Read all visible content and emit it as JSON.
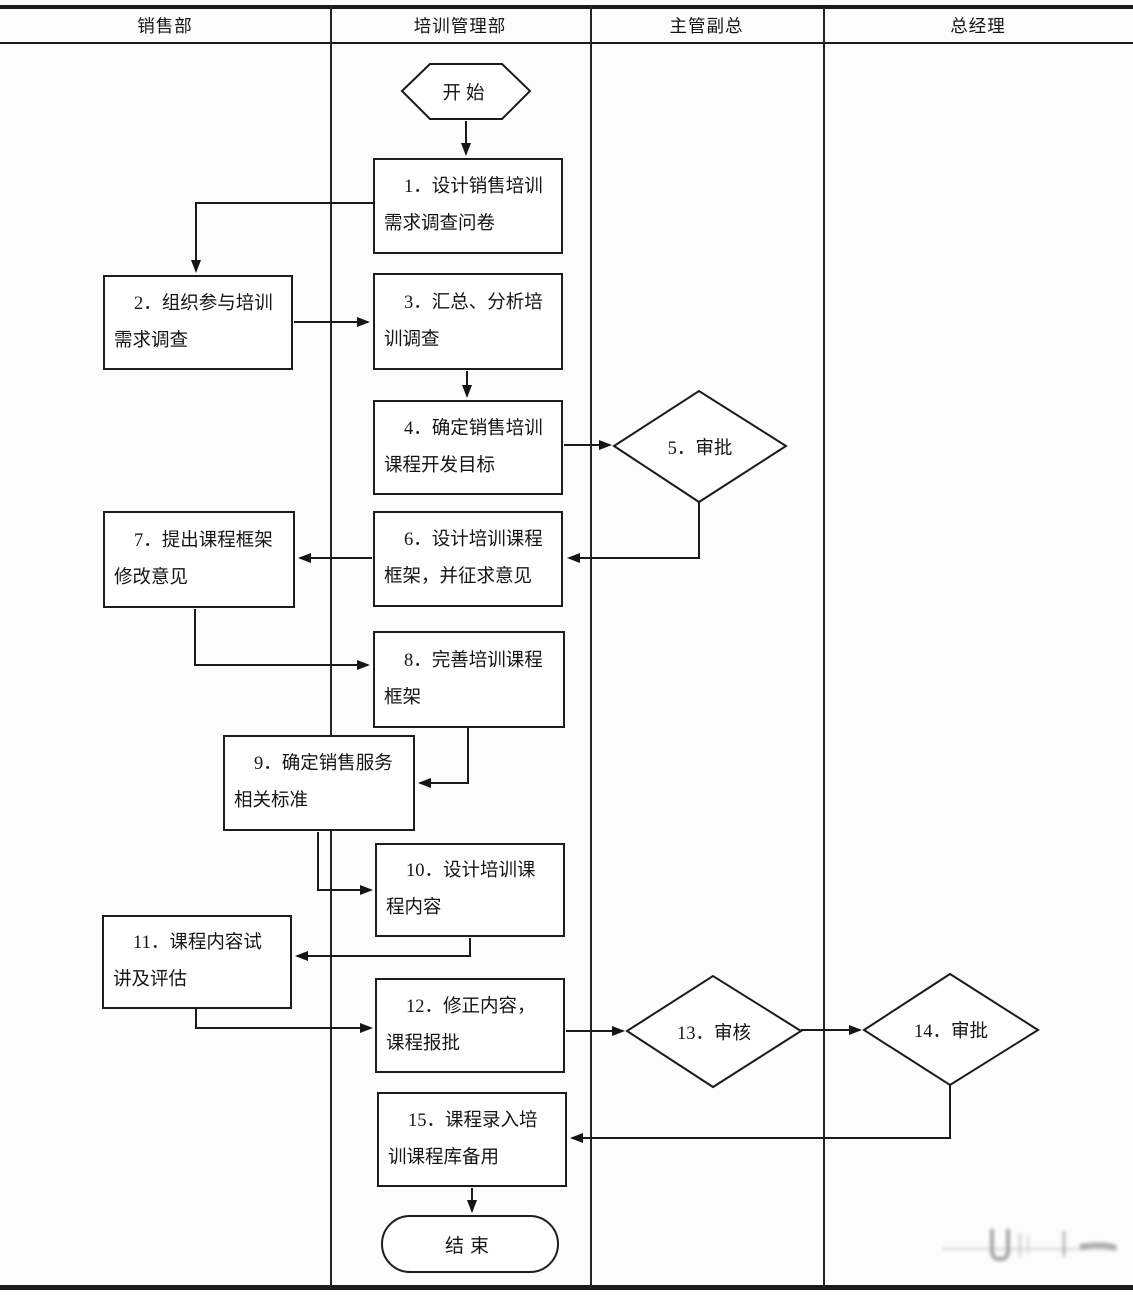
{
  "lanes": {
    "sales": "销售部",
    "training": "培训管理部",
    "vp": "主管副总",
    "gm": "总经理"
  },
  "nodes": {
    "start": "开始",
    "n1": {
      "l1": "1．设计销售培训",
      "l2": "需求调查问卷"
    },
    "n2": {
      "l1": "2．组织参与培训",
      "l2": "需求调查"
    },
    "n3": {
      "l1": "3．汇总、分析培",
      "l2": "训调查"
    },
    "n4": {
      "l1": "4．确定销售培训",
      "l2": "课程开发目标"
    },
    "n5": "5．审批",
    "n6": {
      "l1": "6．设计培训课程",
      "l2": "框架，并征求意见"
    },
    "n7": {
      "l1": "7．提出课程框架",
      "l2": "修改意见"
    },
    "n8": {
      "l1": "8．完善培训课程",
      "l2": "框架"
    },
    "n9": {
      "l1": "9．确定销售服务",
      "l2": "相关标准"
    },
    "n10": {
      "l1": "10．设计培训课",
      "l2": "程内容"
    },
    "n11": {
      "l1": "11．课程内容试",
      "l2": "讲及评估"
    },
    "n12": {
      "l1": "12．修正内容，",
      "l2": "课程报批"
    },
    "n13": "13．审核",
    "n14": "14．审批",
    "n15": {
      "l1": "15．课程录入培",
      "l2": "训课程库备用"
    },
    "end": "结束"
  },
  "colors": {
    "stroke": "#1a1a1a",
    "background": "#fcfcfc"
  }
}
